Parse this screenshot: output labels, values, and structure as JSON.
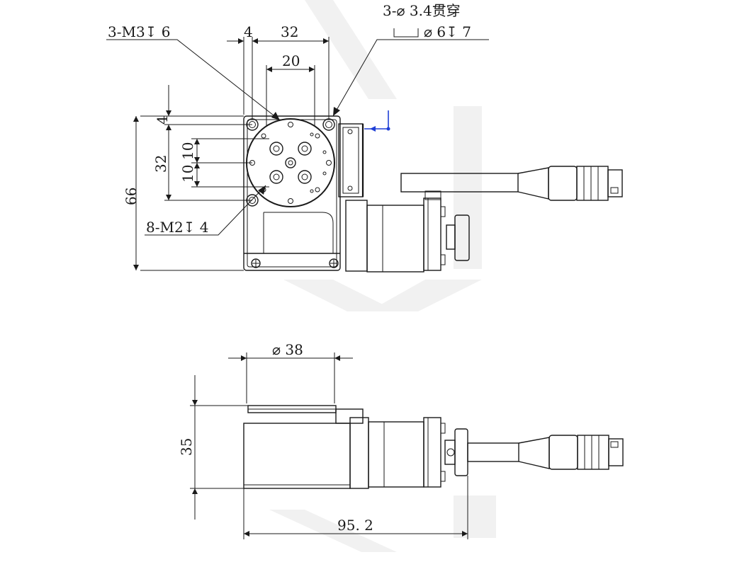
{
  "top_view": {
    "label_m3": "3-M3↧ 6",
    "label_thru": "3-⌀ 3.4贯穿",
    "label_cbore": "⌀ 6↧ 7",
    "label_m2": "8-M2↧ 4",
    "dim_4_top": "4",
    "dim_32_top": "32",
    "dim_20": "20",
    "dim_4_side": "4",
    "dim_32_side": "32",
    "dim_10_a": "10",
    "dim_10_b": "10",
    "dim_66": "66"
  },
  "side_view": {
    "dim_38": "⌀ 38",
    "dim_35": "35",
    "dim_95": "95. 2"
  }
}
